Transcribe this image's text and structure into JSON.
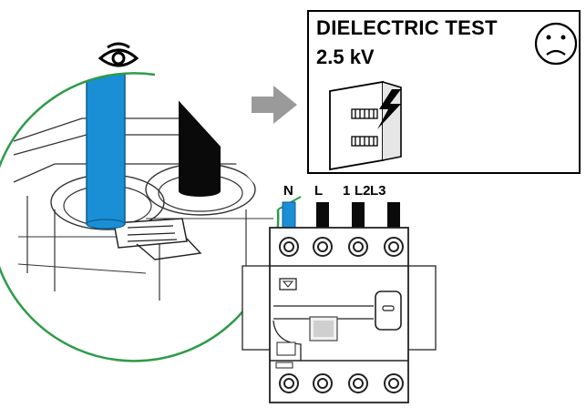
{
  "panel": {
    "title": "DIELECTRIC TEST",
    "voltage": "2.5 kV",
    "sad_face_icon": "sad-face-icon",
    "cabinet_icon": "electrical-cabinet-lightning-icon"
  },
  "terminals": {
    "n": "N",
    "l": "L",
    "l1": "1",
    "l2": "L2",
    "l3": "L3"
  },
  "icons": {
    "inspect": "eye-icon",
    "arrow": "arrow-right-icon"
  },
  "colors": {
    "neutral_wire": "#1a8fd6",
    "phase_wire": "#0a0a0a",
    "magnifier_ring": "#2e9b4a",
    "arrow": "#9a9a9a"
  }
}
